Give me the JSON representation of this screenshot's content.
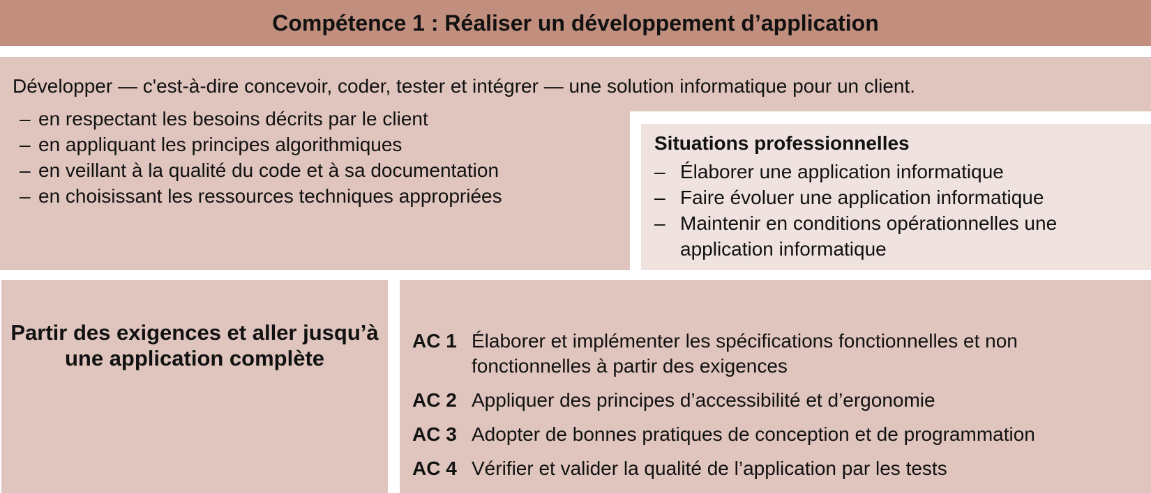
{
  "header": {
    "title": "Compétence 1 : Réaliser un développement d’application"
  },
  "description": {
    "intro": "Développer — c'est-à-dire concevoir, coder, tester et intégrer — une solution informatique pour un client.",
    "bullets": [
      "en respectant les besoins décrits par le client",
      "en appliquant les principes algorithmiques",
      "en veillant à la qualité du code et à sa documentation",
      "en choisissant les ressources techniques appropriées"
    ]
  },
  "situations": {
    "title": "Situations professionnelles",
    "items": [
      "Élaborer une application informatique",
      "Faire évoluer une application informatique",
      "Maintenir en conditions opérationnelles une application informatique"
    ]
  },
  "level": {
    "title": "Partir des exigences et aller jusqu’à une application complète"
  },
  "learning_outcomes": [
    {
      "code": "AC 1",
      "text": "Élaborer et implémenter les spécifications fonctionnelles et non fonctionnelles à partir des exigences"
    },
    {
      "code": "AC 2",
      "text": "Appliquer des principes d’accessibilité et d’ergonomie"
    },
    {
      "code": "AC 3",
      "text": "Adopter de bonnes pratiques de conception et de programmation"
    },
    {
      "code": "AC 4",
      "text": "Vérifier et valider la qualité de l’application par les tests"
    }
  ],
  "dash": "–",
  "colors": {
    "header_bg": "#c28f7e",
    "panel_bg": "#dfc5bd",
    "situations_bg": "#efe2df"
  }
}
